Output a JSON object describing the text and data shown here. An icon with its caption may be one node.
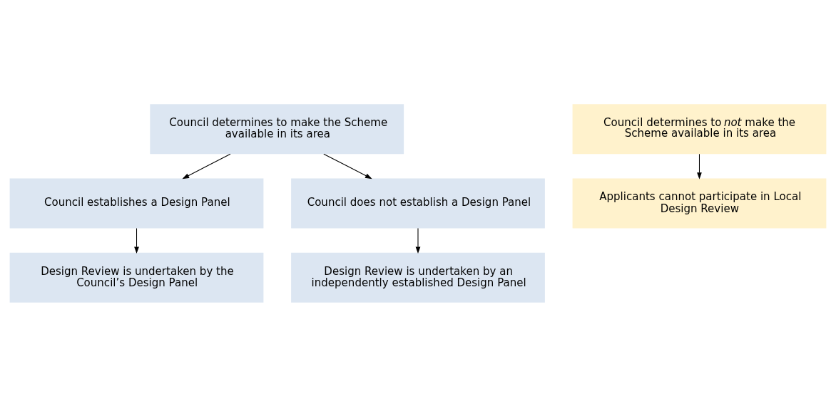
{
  "diagram": {
    "nodes": [
      {
        "text": [
          "Council determines to make the Scheme available in its area"
        ]
      },
      {
        "text": [
          "Council determines to *not* make the Scheme available in its area"
        ]
      },
      {
        "text": [
          "Applicants cannot participate in Local Design Review"
        ]
      },
      {
        "text": [
          "Council establishes a Design Panel"
        ]
      },
      {
        "text": [
          "Council does not establish a Design Panel"
        ]
      },
      {
        "text": [
          "Design Review is undertaken by the Council’s Design Panel"
        ]
      },
      {
        "text": [
          "Design Review is undertaken by an independently established Design Panel"
        ]
      }
    ],
    "edges": [
      {
        "from": 0,
        "to": 3,
        "arrow": "to"
      },
      {
        "from": 0,
        "to": 4,
        "arrow": "to"
      },
      {
        "from": 1,
        "to": 2,
        "arrow": "to"
      },
      {
        "from": 3,
        "to": 5,
        "arrow": "to"
      },
      {
        "from": 4,
        "to": 6,
        "arrow": "to"
      }
    ]
  }
}
